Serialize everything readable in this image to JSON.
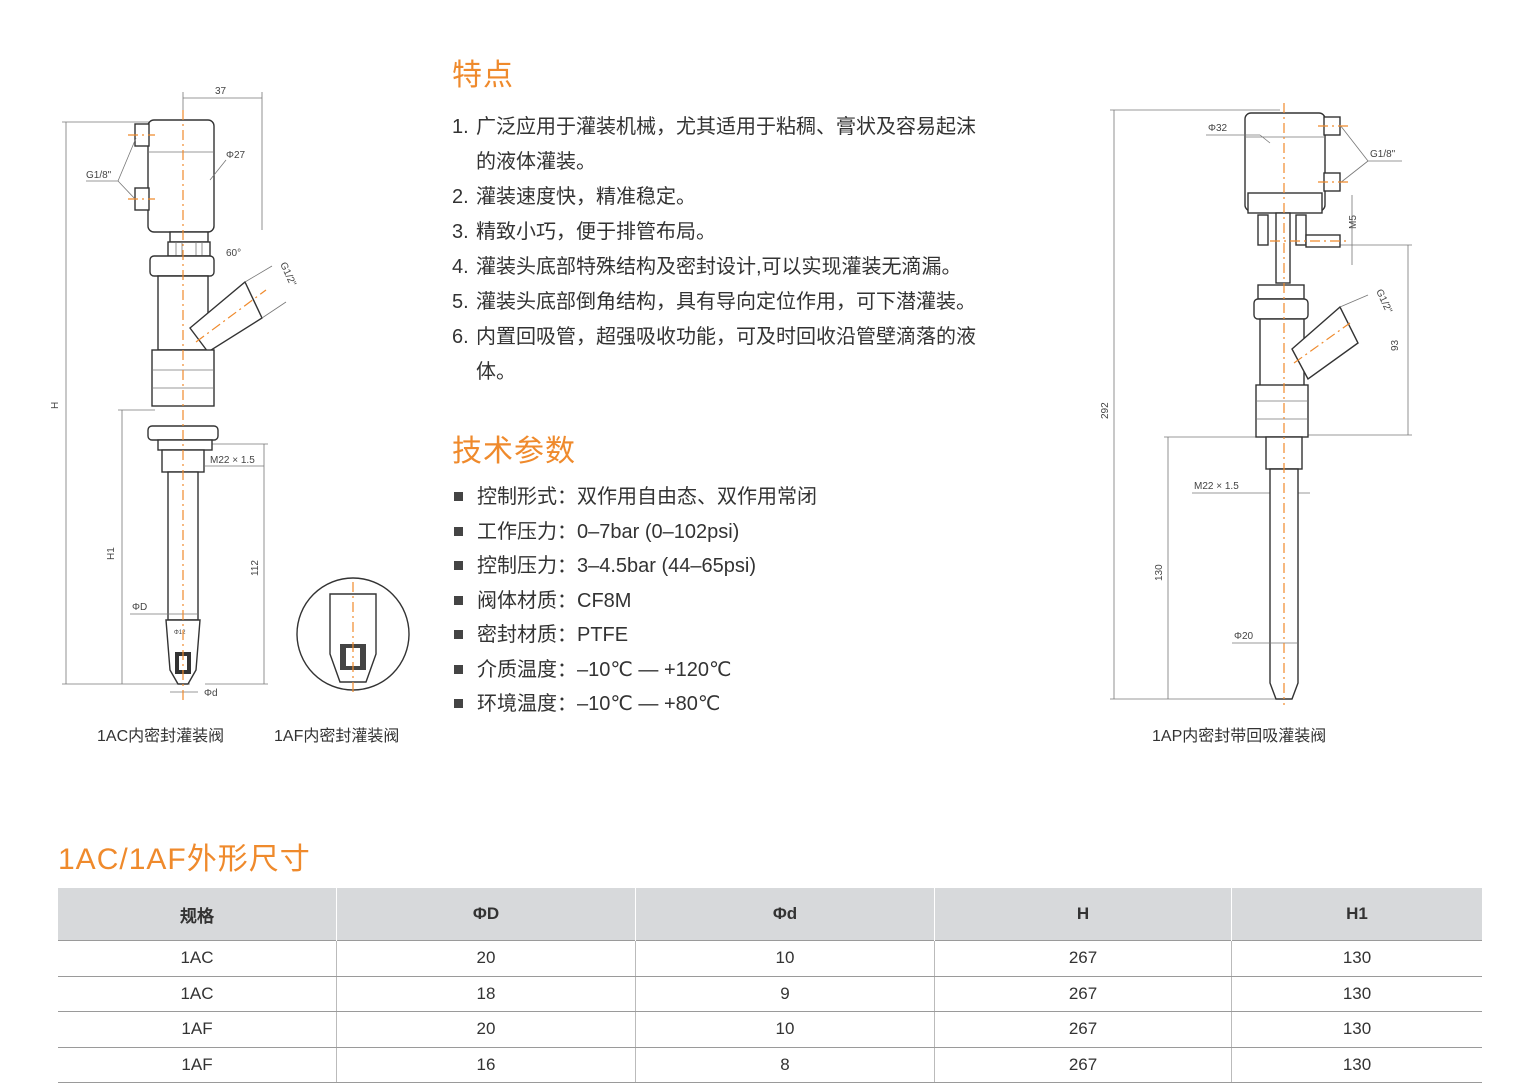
{
  "features": {
    "title": "特点",
    "items": [
      {
        "num": "1.",
        "text": "广泛应用于灌装机械，尤其适用于粘稠、膏状及容易起沫",
        "cont": "的液体灌装。"
      },
      {
        "num": "2.",
        "text": "灌装速度快，精准稳定。"
      },
      {
        "num": "3.",
        "text": "精致小巧，便于排管布局。"
      },
      {
        "num": "4.",
        "text": "灌装头底部特殊结构及密封设计,可以实现灌装无滴漏。"
      },
      {
        "num": "5.",
        "text": "灌装头底部倒角结构，具有导向定位作用，可下潜灌装。"
      },
      {
        "num": "6.",
        "text": "内置回吸管，超强吸收功能，可及时回收沿管壁滴落的液",
        "cont": "体。"
      }
    ]
  },
  "params": {
    "title": "技术参数",
    "items": [
      "控制形式：双作用自由态、双作用常闭",
      "工作压力：0–7bar (0–102psi)",
      "控制压力：3–4.5bar (44–65psi)",
      "阀体材质：CF8M",
      "密封材质：PTFE",
      "介质温度：–10℃ — +120℃",
      "环境温度：–10℃ — +80℃"
    ]
  },
  "drawings": {
    "left": {
      "caption_1ac": "1AC内密封灌装阀",
      "caption_1af": "1AF内密封灌装阀",
      "labels": {
        "top_width": "37",
        "g18": "G1/8\"",
        "phi27": "Φ27",
        "angle": "60°",
        "g12": "G1/2\"",
        "h": "H",
        "m22": "M22 × 1.5",
        "h1": "H1",
        "d112": "112",
        "phiD": "ΦD",
        "phid": "Φd",
        "tiny": "Φ12"
      }
    },
    "right": {
      "caption": "1AP内密封带回吸灌装阀",
      "labels": {
        "phi32": "Φ32",
        "g18": "G1/8\"",
        "m5": "M5",
        "g12": "G1/2\"",
        "d93": "93",
        "d292": "292",
        "m22": "M22 × 1.5",
        "d130": "130",
        "phi20": "Φ20"
      }
    }
  },
  "table": {
    "title": "1AC/1AF外形尺寸",
    "headers": [
      "规格",
      "ΦD",
      "Φd",
      "H",
      "H1"
    ],
    "rows": [
      [
        "1AC",
        "20",
        "10",
        "267",
        "130"
      ],
      [
        "1AC",
        "18",
        "9",
        "267",
        "130"
      ],
      [
        "1AF",
        "20",
        "10",
        "267",
        "130"
      ],
      [
        "1AF",
        "16",
        "8",
        "267",
        "130"
      ]
    ]
  },
  "colors": {
    "accent": "#ef8a2c",
    "table_header_bg": "#d7d9db"
  }
}
